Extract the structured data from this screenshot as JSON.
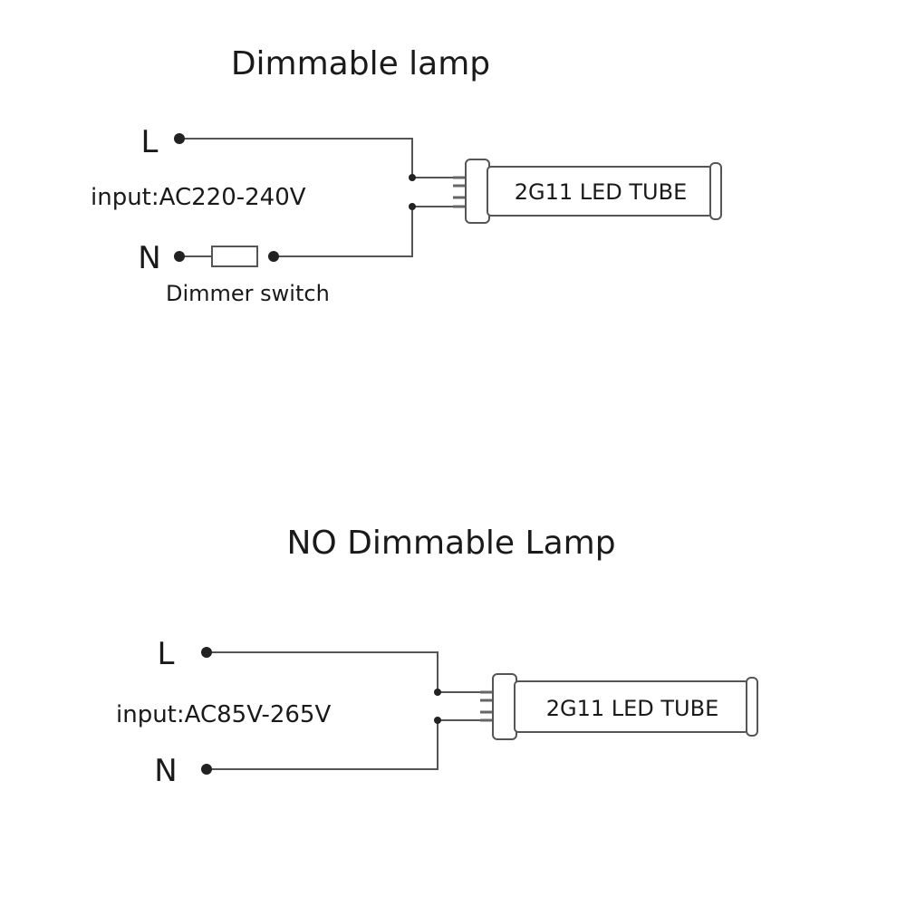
{
  "dimmable": {
    "title": "Dimmable lamp",
    "line_label": "L",
    "neutral_label": "N",
    "input": "input:AC220-240V",
    "switch_label": "Dimmer switch",
    "tube_label": "2G11 LED TUBE"
  },
  "non_dimmable": {
    "title": "NO Dimmable  Lamp",
    "line_label": "L",
    "neutral_label": "N",
    "input": "input:AC85V-265V",
    "tube_label": "2G11 LED TUBE"
  },
  "colors": {
    "wire": "#555555",
    "text": "#1a1a1a",
    "background": "#ffffff"
  }
}
